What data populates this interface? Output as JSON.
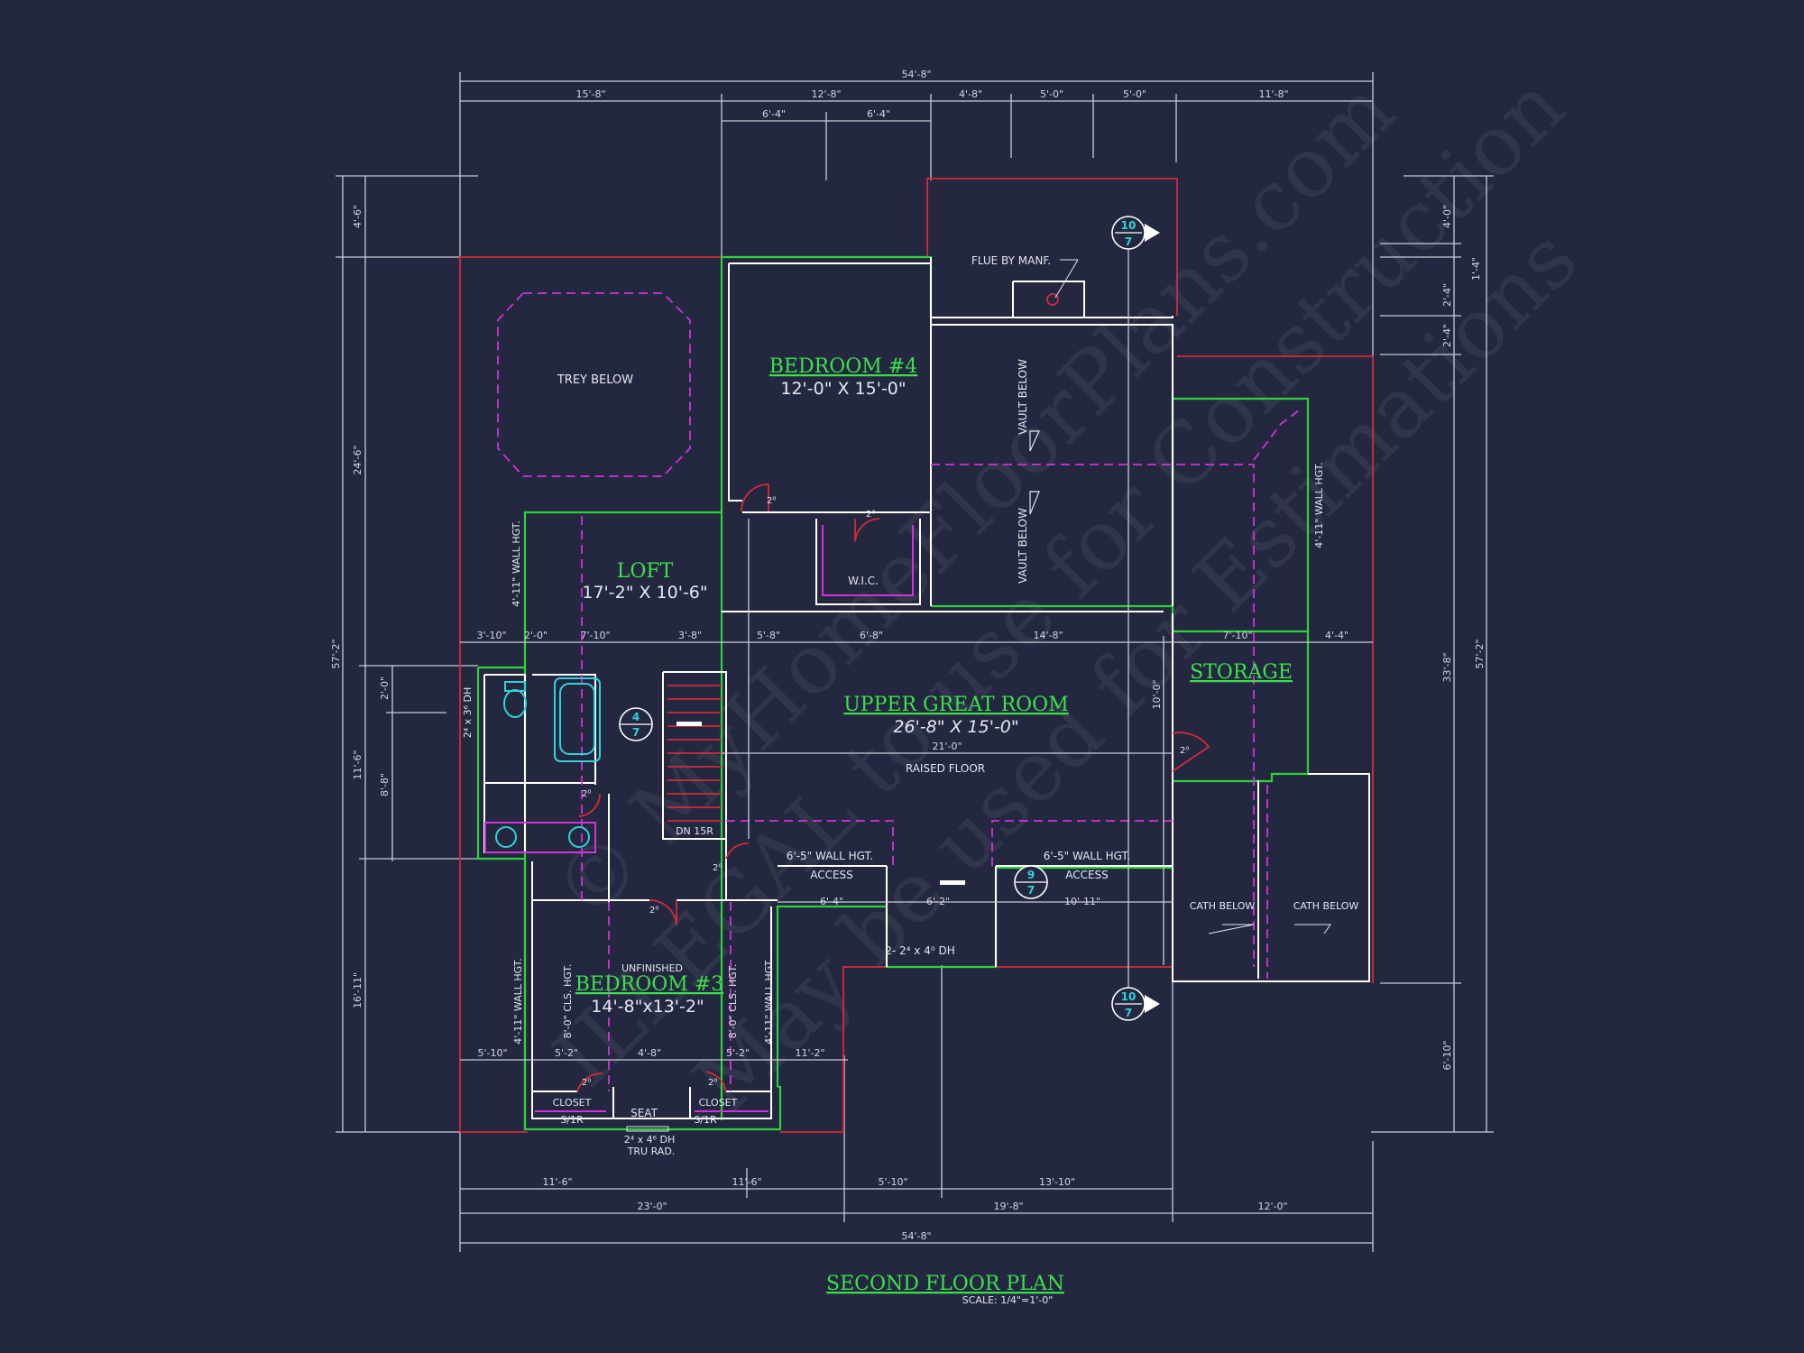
{
  "plan": {
    "title": "SECOND FLOOR PLAN",
    "scale": "SCALE: 1/4\"=1'-0\""
  },
  "rooms": {
    "bedroom4": {
      "name": "BEDROOM #4",
      "size": "12'-0\" X 15'-0\""
    },
    "loft": {
      "name": "LOFT",
      "size": "17'-2\" X 10'-6\""
    },
    "great_room": {
      "name": "UPPER GREAT ROOM",
      "size": "26'-8\" X 15'-0\"",
      "note": "RAISED FLOOR"
    },
    "storage": {
      "name": "STORAGE"
    },
    "bedroom3": {
      "name": "BEDROOM #3",
      "size": "14'-8\"x13'-2\"",
      "note": "UNFINISHED"
    }
  },
  "labels": {
    "trey_below": "TREY BELOW",
    "flue": "FLUE BY MANF.",
    "vault_below_1": "VAULT BELOW",
    "vault_below_2": "VAULT BELOW",
    "wic": "W.I.C.",
    "dn_15r": "DN 15R",
    "access_left": "ACCESS",
    "access_right": "ACCESS",
    "wall_hgt_left": "6'-5\" WALL HGT.",
    "wall_hgt_right": "6'-5\" WALL HGT.",
    "wall_4_11_loft": "4'-11\" WALL HGT.",
    "wall_4_11_storage": "4'-11\" WALL HGT.",
    "wall_4_11_bed3_left": "4'-11\" WALL HGT.",
    "wall_4_11_bed3_right": "4'-11\" WALL HGT.",
    "cls_hgt_left": "8'-0\" CLS. HGT.",
    "cls_hgt_right": "8'-0\" CLS. HGT.",
    "cath_below_1": "CATH BELOW",
    "cath_below_2": "CATH BELOW",
    "closet_left": "CLOSET",
    "closet_right": "CLOSET",
    "sr_left": "S/1R",
    "sr_right": "S/1R",
    "seat": "SEAT",
    "window_bottom": "2⁴ x 4⁶ DH",
    "window_bottom_note": "TRU RAD.",
    "window_great": "2- 2⁴ x 4⁰ DH",
    "window_bath": "2⁴ x 3⁶ DH",
    "door_2_0": "2⁰"
  },
  "tags": {
    "top": {
      "num": "10",
      "sheet": "7"
    },
    "bottom": {
      "num": "10",
      "sheet": "7"
    },
    "stair": {
      "num": "4",
      "sheet": "7"
    },
    "great": {
      "num": "9",
      "sheet": "7"
    }
  },
  "dims": {
    "top_overall": "54'-8\"",
    "top_1": "15'-8\"",
    "top_2": "12'-8\"",
    "top_3": "4'-8\"",
    "top_4": "5'-0\"",
    "top_5": "5'-0\"",
    "top_6": "11'-8\"",
    "top_sub_1": "6'-4\"",
    "top_sub_2": "6'-4\"",
    "bot_1": "11'-6\"",
    "bot_2": "11'-6\"",
    "bot_3": "5'-10\"",
    "bot_4": "13'-10\"",
    "bot_5": "23'-0\"",
    "bot_6": "19'-8\"",
    "bot_7": "12'-0\"",
    "bot_overall": "54'-8\"",
    "left_overall": "57'-2\"",
    "left_1": "4'-6\"",
    "left_2": "24'-6\"",
    "left_3": "11'-6\"",
    "left_4": "16'-11\"",
    "left_5": "2'-0\"",
    "left_6": "8'-8\"",
    "right_overall": "57'-2\"",
    "right_1": "4'-0\"",
    "right_2": "33'-8\"",
    "right_3": "6'-10\"",
    "right_s1": "1'-4\"",
    "right_s2": "2'-4\"",
    "right_s3": "2'-4\"",
    "mid_1": "3'-10\"",
    "mid_2": "2'-0\"",
    "mid_3": "7'-10\"",
    "mid_4": "3'-8\"",
    "mid_5": "5'-8\"",
    "mid_6": "6'-8\"",
    "mid_7": "14'-8\"",
    "mid_8": "7'-10\"",
    "mid_9": "4'-4\"",
    "gr_21": "21'-0\"",
    "gr_10": "10'-0\"",
    "b3_1": "5'-10\"",
    "b3_2": "5'-2\"",
    "b3_3": "4'-8\"",
    "b3_4": "5'-2\"",
    "b3_5": "11'-2\"",
    "ac_1": "6'-4\"",
    "ac_2": "6'-2\"",
    "ac_3": "10'-11\""
  },
  "watermark": {
    "line1": "© MyHomeFloorPlans.com",
    "line2": "ILLEGAL to use for Construction",
    "line3": "May be used for Estimations"
  }
}
